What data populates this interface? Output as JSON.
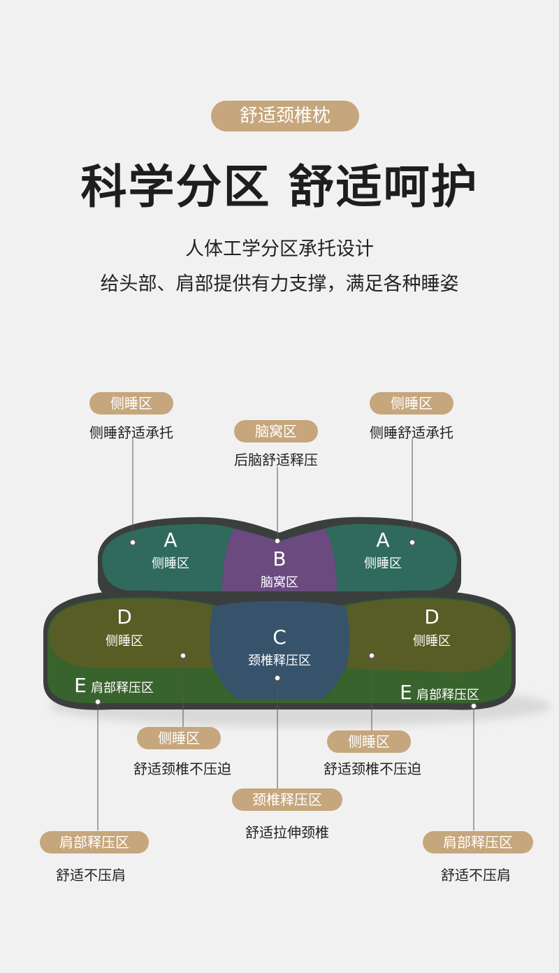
{
  "top_tag": "舒适颈椎枕",
  "headline": "科学分区 舒适呵护",
  "subtitle_1": "人体工学分区承托设计",
  "subtitle_2": "给头部、肩部提供有力支撑，满足各种睡姿",
  "callouts": {
    "top_left": {
      "tag": "侧睡区",
      "desc": "侧睡舒适承托"
    },
    "top_center": {
      "tag": "脑窝区",
      "desc": "后脑舒适释压"
    },
    "top_right": {
      "tag": "侧睡区",
      "desc": "侧睡舒适承托"
    },
    "mid_left": {
      "tag": "侧睡区",
      "desc": "舒适颈椎不压迫"
    },
    "mid_right": {
      "tag": "侧睡区",
      "desc": "舒适颈椎不压迫"
    },
    "center_bottom": {
      "tag": "颈椎释压区",
      "desc": "舒适拉伸颈椎"
    },
    "bottom_left": {
      "tag": "肩部释压区",
      "desc": "舒适不压肩"
    },
    "bottom_right": {
      "tag": "肩部释压区",
      "desc": "舒适不压肩"
    }
  },
  "zones": {
    "a_left": {
      "letter": "A",
      "name": "侧睡区"
    },
    "b": {
      "letter": "B",
      "name": "脑窝区"
    },
    "a_right": {
      "letter": "A",
      "name": "侧睡区"
    },
    "d_left": {
      "letter": "D",
      "name": "侧睡区"
    },
    "c": {
      "letter": "C",
      "name": "颈椎释压区"
    },
    "d_right": {
      "letter": "D",
      "name": "侧睡区"
    },
    "e_left": {
      "letter": "E",
      "name": "肩部释压区"
    },
    "e_right": {
      "letter": "E",
      "name": "肩部释压区"
    }
  },
  "colors": {
    "accent_tag": "#c6a67c",
    "zone_a_teal": "#2f6a5d",
    "zone_b_purple": "#6b4a80",
    "zone_c_blue": "#36536b",
    "zone_d_olive": "#585d26",
    "zone_e_green": "#38632d",
    "pillow_edge": "#3a3f3d"
  }
}
